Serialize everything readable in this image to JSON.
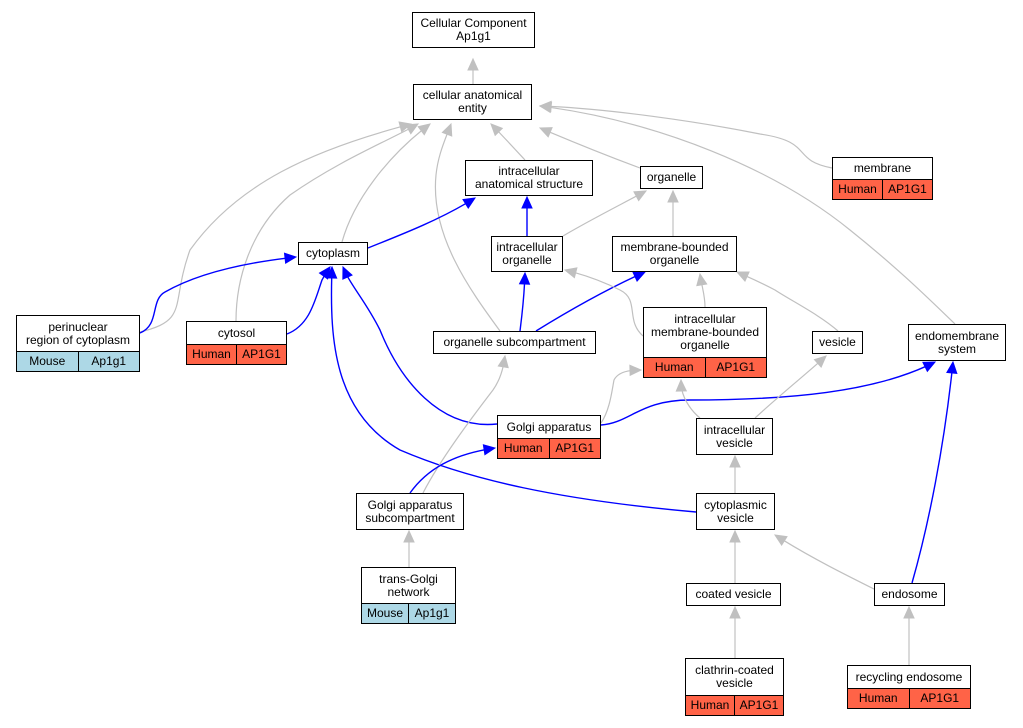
{
  "colors": {
    "is_a_edge": "#c0c0c0",
    "part_of_edge": "#0000ff",
    "human_annotation": "#ff6347",
    "mouse_annotation": "#add8e6",
    "node_fill": "#ffffff",
    "node_border": "#000000"
  },
  "nodes": [
    {
      "id": "cc_root",
      "text": "Cellular Component\nAp1g1"
    },
    {
      "id": "cae",
      "text": "cellular anatomical\nentity"
    },
    {
      "id": "ias",
      "text": "intracellular\nanatomical structure"
    },
    {
      "id": "organelle",
      "text": "organelle"
    },
    {
      "id": "membrane",
      "text": "membrane",
      "annotation": {
        "species": "Human",
        "gene": "AP1G1"
      }
    },
    {
      "id": "cytoplasm",
      "text": "cytoplasm"
    },
    {
      "id": "io",
      "text": "intracellular\norganelle"
    },
    {
      "id": "mbo",
      "text": "membrane-bounded\norganelle"
    },
    {
      "id": "perinuclear",
      "text": "perinuclear\nregion of cytoplasm",
      "annotation": {
        "species": "Mouse",
        "gene": "Ap1g1"
      }
    },
    {
      "id": "cytosol",
      "text": "cytosol",
      "annotation": {
        "species": "Human",
        "gene": "AP1G1"
      }
    },
    {
      "id": "osc",
      "text": "organelle subcompartment"
    },
    {
      "id": "imbo",
      "text": "intracellular\nmembrane-bounded\norganelle",
      "annotation": {
        "species": "Human",
        "gene": "AP1G1"
      }
    },
    {
      "id": "vesicle",
      "text": "vesicle"
    },
    {
      "id": "endomembrane",
      "text": "endomembrane\nsystem"
    },
    {
      "id": "golgi",
      "text": "Golgi apparatus",
      "annotation": {
        "species": "Human",
        "gene": "AP1G1"
      }
    },
    {
      "id": "iv",
      "text": "intracellular\nvesicle"
    },
    {
      "id": "gasc",
      "text": "Golgi apparatus\nsubcompartment"
    },
    {
      "id": "cv",
      "text": "cytoplasmic\nvesicle"
    },
    {
      "id": "tgn",
      "text": "trans-Golgi\nnetwork",
      "annotation": {
        "species": "Mouse",
        "gene": "Ap1g1"
      }
    },
    {
      "id": "coated",
      "text": "coated vesicle"
    },
    {
      "id": "endosome",
      "text": "endosome"
    },
    {
      "id": "ccv",
      "text": "clathrin-coated\nvesicle",
      "annotation": {
        "species": "Human",
        "gene": "AP1G1"
      }
    },
    {
      "id": "recycling",
      "text": "recycling endosome",
      "annotation": {
        "species": "Human",
        "gene": "AP1G1"
      }
    }
  ],
  "edges": [
    {
      "from": "cae",
      "to": "cc_root",
      "kind": "is_a"
    },
    {
      "from": "ias",
      "to": "cae",
      "kind": "is_a"
    },
    {
      "from": "organelle",
      "to": "cae",
      "kind": "is_a"
    },
    {
      "from": "membrane",
      "to": "cae",
      "kind": "is_a"
    },
    {
      "from": "cytoplasm",
      "to": "cae",
      "kind": "is_a"
    },
    {
      "from": "perinuclear",
      "to": "cae",
      "kind": "is_a"
    },
    {
      "from": "cytosol",
      "to": "cae",
      "kind": "is_a"
    },
    {
      "from": "osc",
      "to": "cae",
      "kind": "is_a"
    },
    {
      "from": "endomembrane",
      "to": "cae",
      "kind": "is_a"
    },
    {
      "from": "cytoplasm",
      "to": "ias",
      "kind": "part_of"
    },
    {
      "from": "io",
      "to": "ias",
      "kind": "part_of"
    },
    {
      "from": "io",
      "to": "organelle",
      "kind": "is_a"
    },
    {
      "from": "mbo",
      "to": "organelle",
      "kind": "is_a"
    },
    {
      "from": "perinuclear",
      "to": "cytoplasm",
      "kind": "part_of"
    },
    {
      "from": "cytosol",
      "to": "cytoplasm",
      "kind": "part_of"
    },
    {
      "from": "golgi",
      "to": "cytoplasm",
      "kind": "part_of"
    },
    {
      "from": "cv",
      "to": "cytoplasm",
      "kind": "part_of"
    },
    {
      "from": "osc",
      "to": "io",
      "kind": "part_of"
    },
    {
      "from": "osc",
      "to": "mbo",
      "kind": "part_of"
    },
    {
      "from": "imbo",
      "to": "io",
      "kind": "is_a"
    },
    {
      "from": "imbo",
      "to": "mbo",
      "kind": "is_a"
    },
    {
      "from": "vesicle",
      "to": "mbo",
      "kind": "is_a"
    },
    {
      "from": "golgi",
      "to": "imbo",
      "kind": "is_a"
    },
    {
      "from": "golgi",
      "to": "endomembrane",
      "kind": "part_of"
    },
    {
      "from": "iv",
      "to": "imbo",
      "kind": "is_a"
    },
    {
      "from": "iv",
      "to": "vesicle",
      "kind": "is_a"
    },
    {
      "from": "gasc",
      "to": "osc",
      "kind": "is_a"
    },
    {
      "from": "gasc",
      "to": "golgi",
      "kind": "part_of"
    },
    {
      "from": "cv",
      "to": "iv",
      "kind": "is_a"
    },
    {
      "from": "tgn",
      "to": "gasc",
      "kind": "is_a"
    },
    {
      "from": "coated",
      "to": "cv",
      "kind": "is_a"
    },
    {
      "from": "endosome",
      "to": "cv",
      "kind": "is_a"
    },
    {
      "from": "endosome",
      "to": "endomembrane",
      "kind": "part_of"
    },
    {
      "from": "ccv",
      "to": "coated",
      "kind": "is_a"
    },
    {
      "from": "recycling",
      "to": "endosome",
      "kind": "is_a"
    }
  ]
}
